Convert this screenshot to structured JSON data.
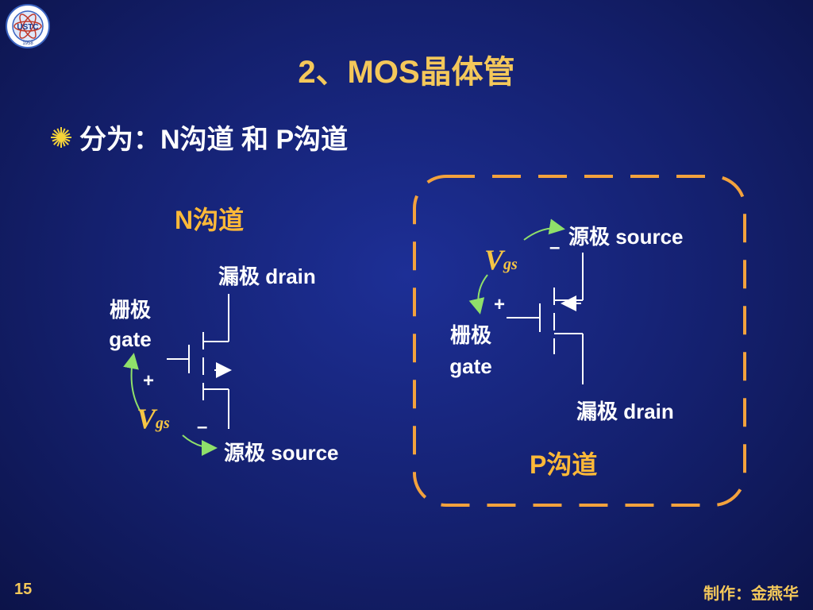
{
  "slide": {
    "title": "2、MOS晶体管",
    "bullet": "分为：N沟道 和 P沟道",
    "page_number": "15",
    "credit": "制作：金燕华",
    "logo_text": "USTC",
    "logo_year": "1958"
  },
  "n_channel": {
    "heading": "N沟道",
    "drain_label": "漏极 drain",
    "gate_label_cn": "栅极",
    "gate_label_en": "gate",
    "source_label": "源极 source",
    "vgs_main": "V",
    "vgs_sub": "gs",
    "plus": "+",
    "minus": "–"
  },
  "p_channel": {
    "heading": "P沟道",
    "source_label": "源极 source",
    "gate_label_cn": "栅极",
    "gate_label_en": "gate",
    "drain_label": "漏极 drain",
    "vgs_main": "V",
    "vgs_sub": "gs",
    "plus": "+",
    "minus": "–"
  },
  "colors": {
    "background": "#14206e",
    "title": "#f4c85a",
    "heading": "#ffb938",
    "dashed_border": "#f3a23d",
    "arrow": "#8fe06a",
    "wire": "#ffffff"
  }
}
